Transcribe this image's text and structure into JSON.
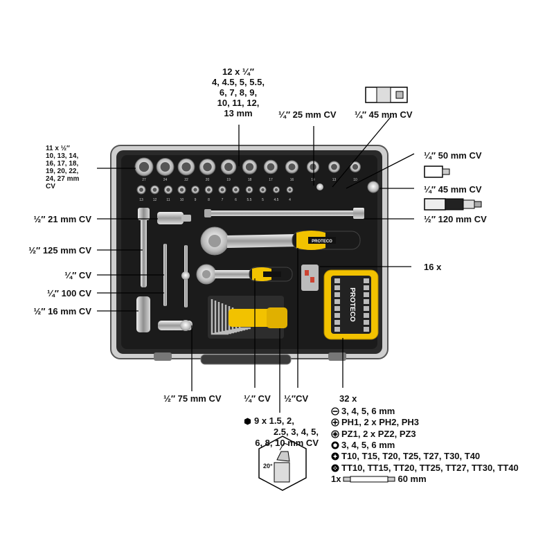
{
  "top_sockets": {
    "lines": [
      "12 x ¼″",
      "4, 4.5, 5, 5.5,",
      "6, 7, 8, 9,",
      "10, 11, 12,",
      "13 mm"
    ]
  },
  "left_sockets": {
    "lines": [
      "11 x ½″",
      "10, 13, 14,",
      "16, 17, 18,",
      "19, 20, 22,",
      "24, 27 mm",
      "CV"
    ]
  },
  "labels": {
    "q25": "¼″ 25 mm CV",
    "q45a": "¼″ 45 mm CV",
    "q50": "¼″ 50 mm CV",
    "q45b": "¼″ 45 mm CV",
    "h120": "½″ 120 mm CV",
    "bits16": "16 x",
    "h21": "½″ 21 mm CV",
    "h125": "½″ 125 mm CV",
    "qcv": "¼″ CV",
    "q100": "¼″ 100 CV",
    "h16": "½″ 16 mm CV",
    "h75": "½″ 75 mm CV",
    "qcv_bottom": "¼″ CV",
    "hcv_bottom": "½″CV"
  },
  "hex_keys": {
    "lines": [
      "9 x 1.5, 2,",
      "2.5, 3, 4, 5,",
      "6, 8, 10 mm CV"
    ],
    "angle": "20°"
  },
  "bits_list": {
    "title": "32 x",
    "rows": [
      {
        "icon": "slotted-icon",
        "text": "3, 4, 5, 6 mm"
      },
      {
        "icon": "phillips-icon",
        "text": "PH1, 2 x PH2, PH3"
      },
      {
        "icon": "pozidriv-icon",
        "text": "PZ1, 2 x PZ2, PZ3"
      },
      {
        "icon": "hex-bit-icon",
        "text": "3, 4, 5, 6 mm"
      },
      {
        "icon": "torx-icon",
        "text": "T10, T15, T20, T25, T27, T30, T40"
      },
      {
        "icon": "tamper-torx-icon",
        "text": "TT10, TT15, TT20, TT25, TT27, TT30, TT40"
      }
    ],
    "holder_prefix": "1x",
    "holder_size": "60 mm"
  },
  "brand": "PROTECO",
  "socket_marks_large": [
    "27",
    "24",
    "22",
    "20",
    "19",
    "18",
    "17",
    "16",
    "14",
    "13",
    "10"
  ],
  "socket_marks_small": [
    "13",
    "12",
    "11",
    "10",
    "9",
    "8",
    "7",
    "6",
    "5.5",
    "5",
    "4.5",
    "4"
  ],
  "colors": {
    "case": "#3a3a3a",
    "foam": "#1e1e1e",
    "yellow": "#f2c200",
    "chrome": "#c9c9c9"
  }
}
